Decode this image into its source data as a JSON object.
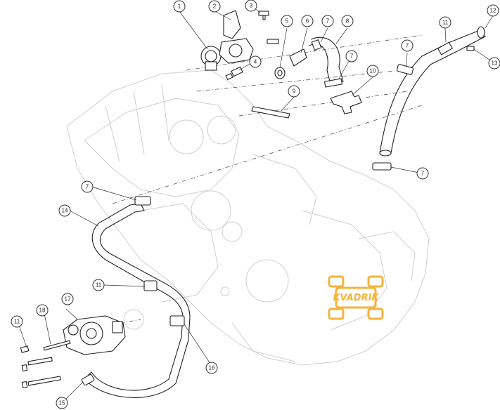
{
  "callouts": [
    {
      "label": "1"
    },
    {
      "label": "2"
    },
    {
      "label": "3"
    },
    {
      "label": "4"
    },
    {
      "label": "5"
    },
    {
      "label": "6"
    },
    {
      "label": "7"
    },
    {
      "label": "8"
    },
    {
      "label": "7"
    },
    {
      "label": "9"
    },
    {
      "label": "10"
    },
    {
      "label": "11"
    },
    {
      "label": "12"
    },
    {
      "label": "7"
    },
    {
      "label": "13"
    },
    {
      "label": "7"
    },
    {
      "label": "7"
    },
    {
      "label": "14"
    },
    {
      "label": "11"
    },
    {
      "label": "16"
    },
    {
      "label": "17"
    },
    {
      "label": "18"
    },
    {
      "label": "11"
    },
    {
      "label": "15"
    }
  ],
  "highlight": {
    "label": "16",
    "color": "#d7262b"
  },
  "watermark": {
    "text": "KVADRIK",
    "color": "#f5b33a"
  }
}
